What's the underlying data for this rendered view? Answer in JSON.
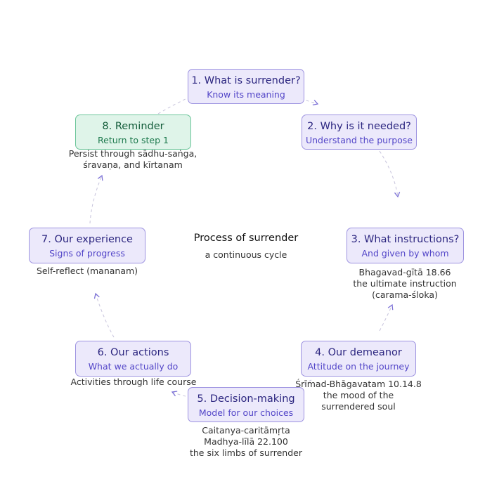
{
  "center": {
    "title": "Process of surrender",
    "subtitle": "a continuous cycle"
  },
  "colors": {
    "node_fill": "#ece9fb",
    "node_border": "#9d93e0",
    "node_title": "#2c2680",
    "node_sub": "#5346c8",
    "reminder_fill": "#dff4e9",
    "reminder_border": "#6cc59a",
    "connector": "#7a6fd6",
    "connector_dashed": "#c7c3dc"
  },
  "nodes": [
    {
      "title": "1. What is surrender?",
      "subtitle": "Know its meaning",
      "notes": []
    },
    {
      "title": "2. Why is it needed?",
      "subtitle": "Understand the purpose",
      "notes": []
    },
    {
      "title": "3. What instructions?",
      "subtitle": "And given by whom",
      "notes": [
        "Bhagavad-gītā 18.66",
        "the ultimate instruction",
        "(carama-śloka)"
      ]
    },
    {
      "title": "4. Our demeanor",
      "subtitle": "Attitude on the journey",
      "notes": [
        "Śrīmad-Bhāgavatam 10.14.8",
        "the mood of the",
        "surrendered soul"
      ]
    },
    {
      "title": "5. Decision-making",
      "subtitle": "Model for our choices",
      "notes": [
        "Caitanya-caritāmṛta",
        "Madhya-līlā 22.100",
        "the six limbs of surrender"
      ]
    },
    {
      "title": "6. Our actions",
      "subtitle": "What we actually do",
      "notes": [
        "Activities through life course"
      ]
    },
    {
      "title": "7. Our experience",
      "subtitle": "Signs of progress",
      "notes": [
        "Self-reflect (mananam)"
      ]
    },
    {
      "title": "8. Reminder",
      "subtitle": "Return to step 1",
      "notes": [
        "Persist through sādhu-saṅga,",
        "śravaṇa, and kīrtanam"
      ]
    }
  ]
}
